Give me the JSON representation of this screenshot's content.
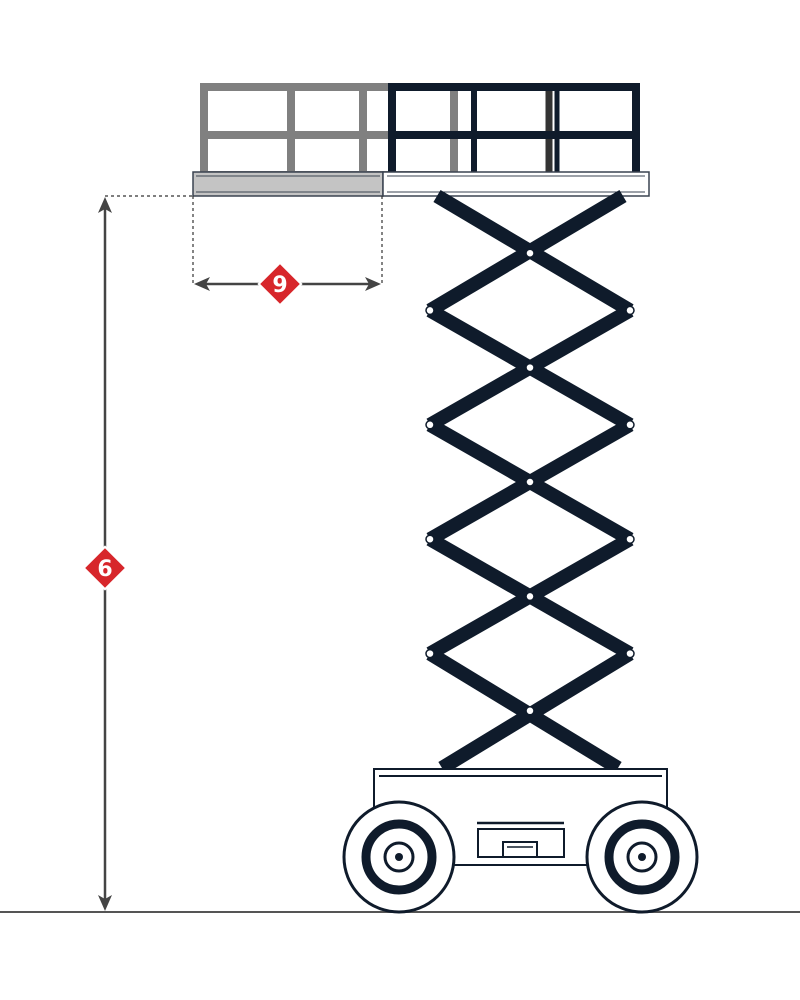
{
  "labels": {
    "platform_extension": "9",
    "working_height": "6"
  },
  "colors": {
    "frame": "#0f1b2b",
    "extension_rail": "#808080",
    "extension_deck": "#c4c4c4",
    "marker": "#d7262b",
    "dimension": "#444444"
  },
  "scissor_stages": 5
}
